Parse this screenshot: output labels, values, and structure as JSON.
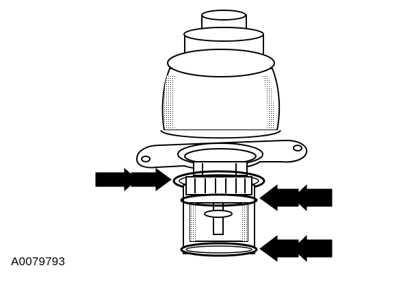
{
  "figure": {
    "id_label": "A0079793"
  },
  "colors": {
    "line": "#000000",
    "fill": "#ffffff",
    "shade": "#000000"
  },
  "parts": [
    "egr-valve",
    "upper-o-ring",
    "middle-o-ring",
    "lower-o-ring"
  ],
  "arrows": [
    {
      "points_to": "upper-o-ring",
      "direction": "right"
    },
    {
      "points_to": "middle-o-ring",
      "direction": "left"
    },
    {
      "points_to": "lower-o-ring",
      "direction": "left"
    }
  ]
}
